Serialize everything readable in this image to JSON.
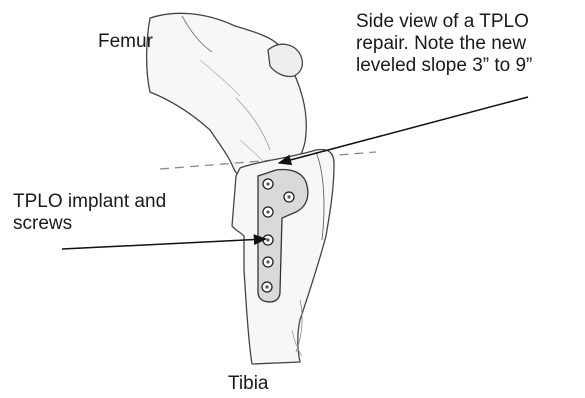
{
  "labels": {
    "femur": "Femur",
    "slope_note": "Side view of a TPLO\nrepair. Note the new\nleveled slope 3” to 9”",
    "implant": "TPLO implant and\nscrews",
    "tibia": "Tibia"
  }
}
